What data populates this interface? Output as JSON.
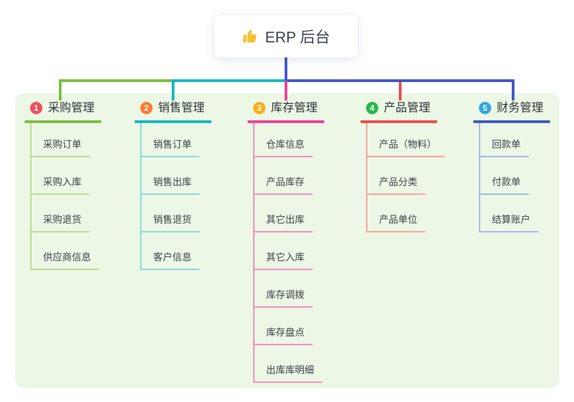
{
  "root": {
    "label": "ERP 后台",
    "icon": "thumbs-up"
  },
  "branches": [
    {
      "number": "1",
      "label": "采购管理",
      "color": "#7cbe3e",
      "light_color": "#b7dc93",
      "badge_color": "#ee5062",
      "children": [
        "采购订单",
        "采购入库",
        "采购退货",
        "供应商信息"
      ]
    },
    {
      "number": "2",
      "label": "销售管理",
      "color": "#12b6c3",
      "light_color": "#89d8dc",
      "badge_color": "#fa7c33",
      "children": [
        "销售订单",
        "销售出库",
        "销售退货",
        "客户信息"
      ]
    },
    {
      "number": "3",
      "label": "库存管理",
      "color": "#ee3f97",
      "light_color": "#f18abb",
      "badge_color": "#fbae17",
      "children": [
        "仓库信息",
        "产品库存",
        "其它出库",
        "其它入库",
        "库存调拨",
        "库存盘点",
        "出库库明细"
      ]
    },
    {
      "number": "4",
      "label": "产品管理",
      "color": "#ee4a4d",
      "light_color": "#f6a0a2",
      "badge_color": "#2bb84b",
      "children": [
        "产品（物料）",
        "产品分类",
        "产品单位"
      ]
    },
    {
      "number": "5",
      "label": "财务管理",
      "color": "#3e56c5",
      "light_color": "#a3b7e8",
      "badge_color": "#2fa7e1",
      "children": [
        "回款单",
        "付款单",
        "结算账户"
      ]
    }
  ],
  "colors": {
    "canvas_bg": "#ffffff",
    "band_bg": "#ecf7e6",
    "root_connector": "#4156c9",
    "icon_thumb": "#f6c12f"
  }
}
